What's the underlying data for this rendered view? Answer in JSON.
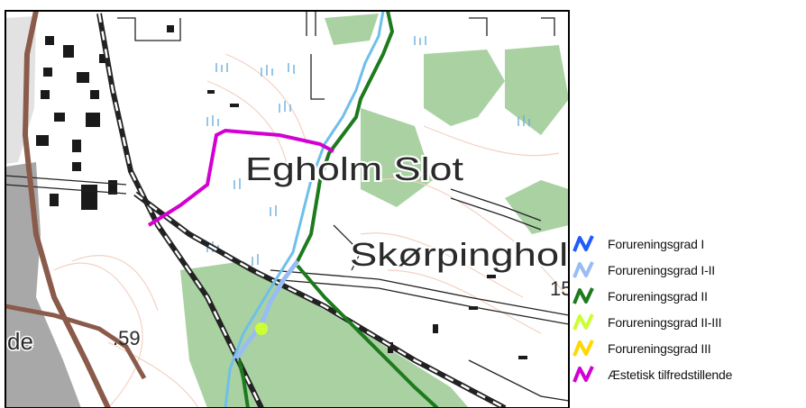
{
  "map": {
    "labels": {
      "egholm_slot": "Egholm Slot",
      "skorpingholm": "Skørpingholm",
      "elevation": ".59",
      "edge_fragment": "de",
      "right_fragment": "15"
    }
  },
  "legend": {
    "items": [
      {
        "label": "Forureningsgrad I",
        "color": "#1f5cff"
      },
      {
        "label": "Forureningsgrad I-II",
        "color": "#98bdf4"
      },
      {
        "label": "Forureningsgrad II",
        "color": "#1d7a1d"
      },
      {
        "label": "Forureningsgrad II-III",
        "color": "#ccff33"
      },
      {
        "label": "Forureningsgrad III",
        "color": "#ffd800"
      },
      {
        "label": "Æstetisk tilfredstillende",
        "color": "#d300d3"
      }
    ]
  }
}
